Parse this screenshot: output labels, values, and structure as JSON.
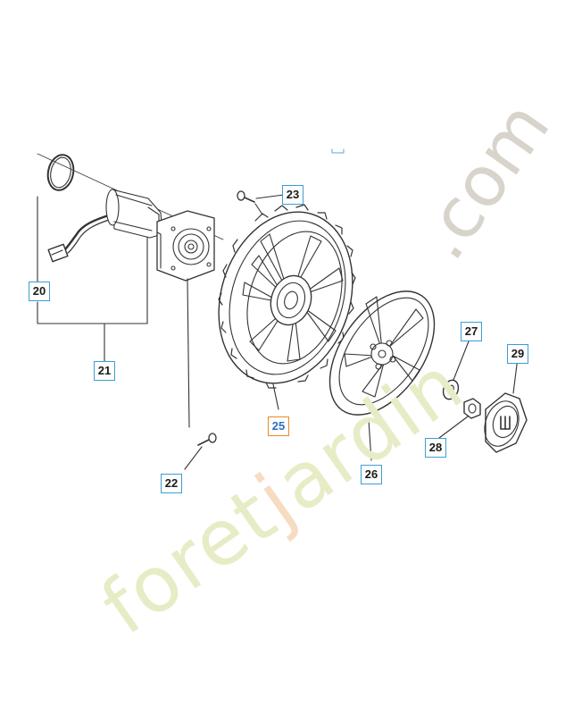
{
  "watermark": {
    "main_before": "foret",
    "main_highlight": "j",
    "main_after": "ardin",
    "suffix": ".com",
    "colors": {
      "main": "#e8ecc6",
      "highlight": "#f6dcc0",
      "suffix": "#d8d4cc"
    }
  },
  "callouts": {
    "part_20": "20",
    "part_21": "21",
    "part_22": "22",
    "part_23": "23",
    "part_25": "25",
    "part_26": "26",
    "part_27": "27",
    "part_28": "28",
    "part_29": "29"
  },
  "colors": {
    "callout_border": "#3b9ed6",
    "callout_highlight": "#e48a2a",
    "line": "#333333"
  }
}
